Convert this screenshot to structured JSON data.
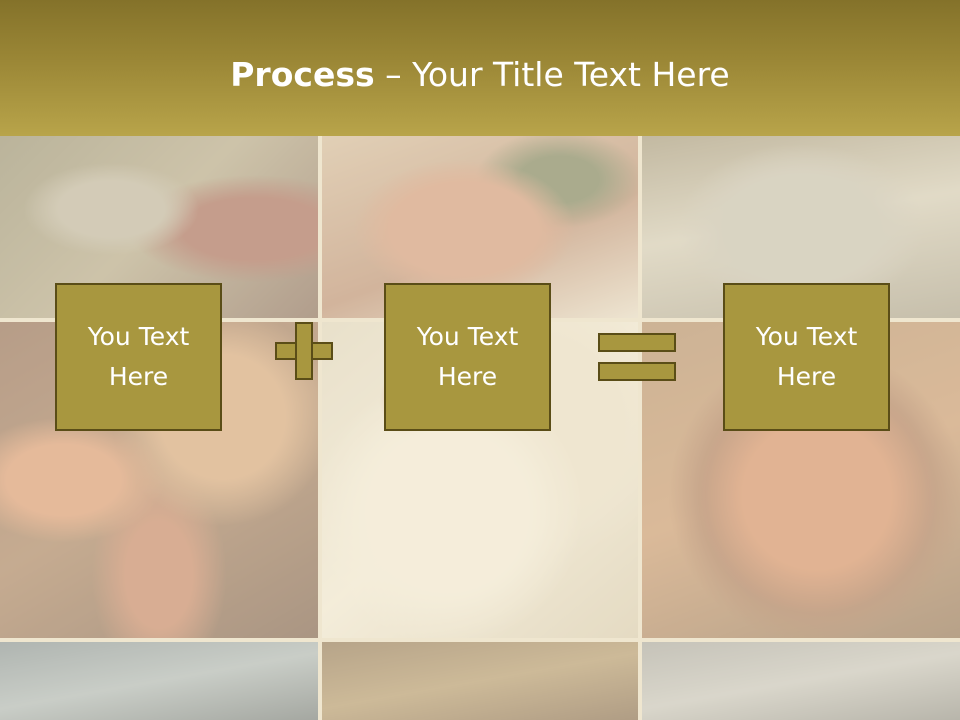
{
  "slide": {
    "title_bold": "Process",
    "title_separator": " – ",
    "title_rest": "Your Title Text Here",
    "boxes": [
      {
        "line1": "You Text",
        "line2": "Here"
      },
      {
        "line1": "You Text",
        "line2": "Here"
      },
      {
        "line1": "You Text",
        "line2": "Here"
      }
    ],
    "operators": [
      "plus-icon",
      "equals-icon"
    ],
    "colors": {
      "header": "#9b8736",
      "box_fill": "#a8973f",
      "box_border": "#5a4d17",
      "text": "#ffffff"
    }
  }
}
